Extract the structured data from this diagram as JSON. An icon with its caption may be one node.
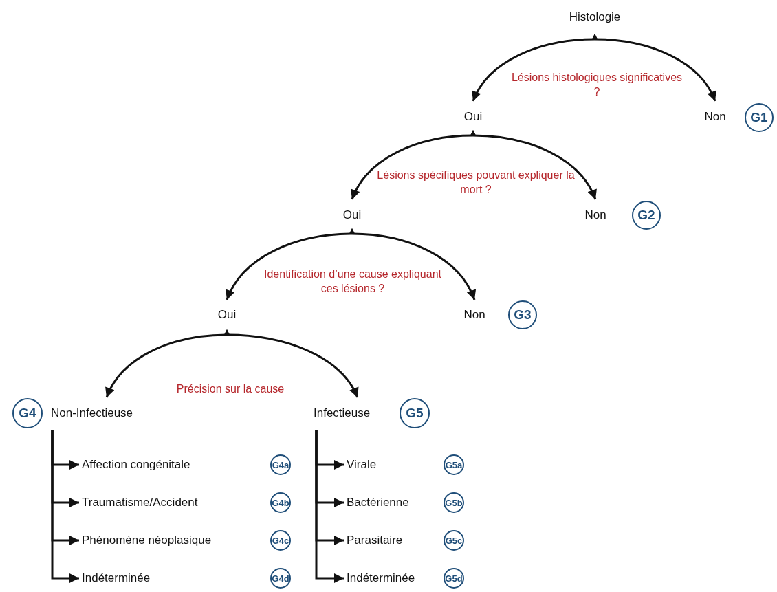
{
  "diagram": {
    "nodes": [
      {
        "text": [
          "Histologie"
        ]
      },
      {
        "text": [
          "Oui"
        ]
      },
      {
        "text": [
          "Non"
        ]
      },
      {
        "text": [
          "G1"
        ]
      },
      {
        "text": [
          "Oui"
        ]
      },
      {
        "text": [
          "Non"
        ]
      },
      {
        "text": [
          "G2"
        ]
      },
      {
        "text": [
          "Oui"
        ]
      },
      {
        "text": [
          "Non"
        ]
      },
      {
        "text": [
          "G3"
        ]
      },
      {
        "text": [
          "G4"
        ]
      },
      {
        "text": [
          "Non-Infectieuse"
        ]
      },
      {
        "text": [
          "Infectieuse"
        ]
      },
      {
        "text": [
          "G5"
        ]
      },
      {
        "text": [
          "Affection congénitale"
        ]
      },
      {
        "text": [
          "G4a"
        ]
      },
      {
        "text": [
          "Virale"
        ]
      },
      {
        "text": [
          "G5a"
        ]
      },
      {
        "text": [
          "Traumatisme/Accident"
        ]
      },
      {
        "text": [
          "G4b"
        ]
      },
      {
        "text": [
          "Bactérienne"
        ]
      },
      {
        "text": [
          "G5b"
        ]
      },
      {
        "text": [
          "Phénomène néoplasique"
        ]
      },
      {
        "text": [
          "G4c"
        ]
      },
      {
        "text": [
          "Parasitaire"
        ]
      },
      {
        "text": [
          "G5c"
        ]
      },
      {
        "text": [
          "Indéterminée"
        ]
      },
      {
        "text": [
          "G4d"
        ]
      },
      {
        "text": [
          "Indéterminée"
        ]
      },
      {
        "text": [
          "G5d"
        ]
      }
    ],
    "edges": [
      {
        "from": 0,
        "to": 1,
        "arrow": "to"
      },
      {
        "from": 0,
        "to": 2,
        "arrow": "to"
      },
      {
        "from": 1,
        "to": 4,
        "arrow": "to"
      },
      {
        "from": 1,
        "to": 5,
        "arrow": "to"
      },
      {
        "from": 4,
        "to": 7,
        "arrow": "to"
      },
      {
        "from": 4,
        "to": 8,
        "arrow": "to"
      },
      {
        "from": 7,
        "to": 11,
        "arrow": "to"
      },
      {
        "from": 7,
        "to": 12,
        "arrow": "to"
      },
      {
        "from": 11,
        "to": 14,
        "arrow": "to"
      },
      {
        "from": 11,
        "to": 18,
        "arrow": "to"
      },
      {
        "from": 11,
        "to": 22,
        "arrow": "to"
      },
      {
        "from": 11,
        "to": 26,
        "arrow": "to"
      },
      {
        "from": 12,
        "to": 16,
        "arrow": "to"
      },
      {
        "from": 12,
        "to": 20,
        "arrow": "to"
      },
      {
        "from": 12,
        "to": 24,
        "arrow": "to"
      },
      {
        "from": 12,
        "to": 28,
        "arrow": "to"
      }
    ],
    "labels": [
      "Lésions histologiques significatives ?",
      "Lésions spécifiques pouvant expliquer la mort ?",
      "Identification d’une cause expliquant ces lésions ?",
      "Précision sur la cause"
    ]
  }
}
